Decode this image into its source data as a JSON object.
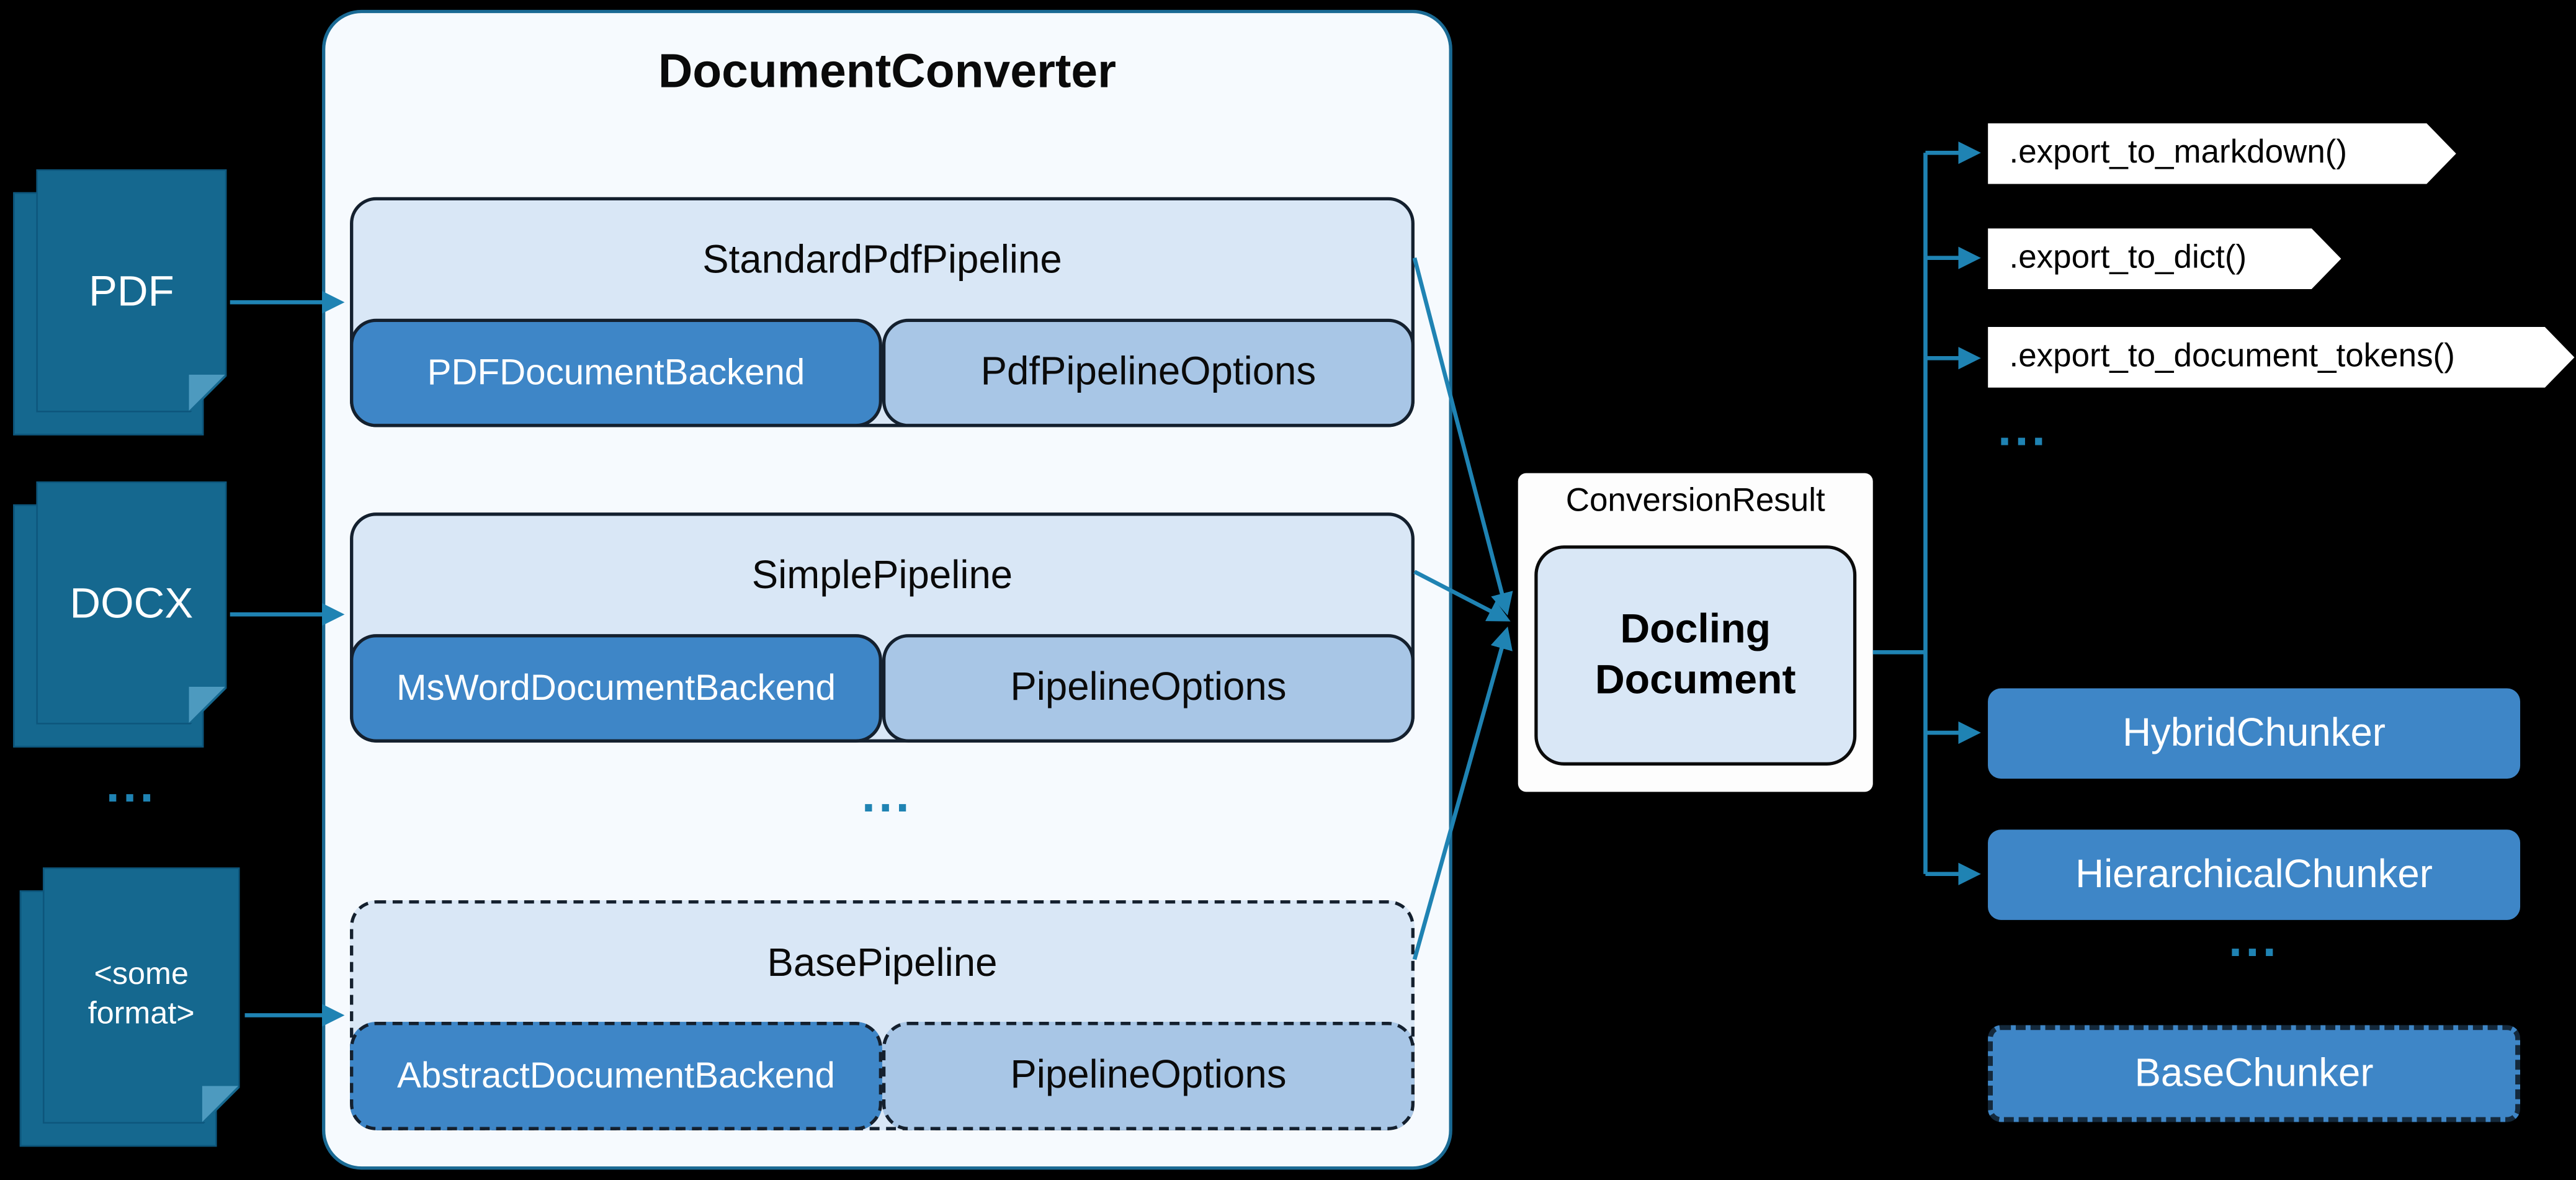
{
  "diagram_title": "DocumentConverter",
  "inputs": {
    "pdf": "PDF",
    "docx": "DOCX",
    "ellipsis": "...",
    "other": "<some format>"
  },
  "pipelines": [
    {
      "title": "StandardPdfPipeline",
      "backend": "PDFDocumentBackend",
      "options": "PdfPipelineOptions"
    },
    {
      "title": "SimplePipeline",
      "backend": "MsWordDocumentBackend",
      "options": "PipelineOptions"
    },
    {
      "title": "BasePipeline",
      "backend": "AbstractDocumentBackend",
      "options": "PipelineOptions"
    }
  ],
  "pipelines_ellipsis": "...",
  "conversion": {
    "label": "ConversionResult",
    "document": "Docling Document"
  },
  "exports": {
    "items": [
      ".export_to_markdown()",
      ".export_to_dict()",
      ".export_to_document_tokens()"
    ],
    "ellipsis": "..."
  },
  "chunkers": {
    "items": [
      "HybridChunker",
      "HierarchicalChunker"
    ],
    "ellipsis": "...",
    "base": "BaseChunker"
  },
  "colors": {
    "background": "#000000",
    "doc_teal": "#15688f",
    "doc_fold": "#4d9abf",
    "connector_teal": "#1f83b3",
    "backend_blue": "#3e86c7",
    "options_blue": "#a8c6e6",
    "panel_light_blue": "#d9e7f6",
    "converter_bg": "#f6fafe",
    "converter_border": "#1a6a94",
    "box_border_dark": "#14202e"
  }
}
